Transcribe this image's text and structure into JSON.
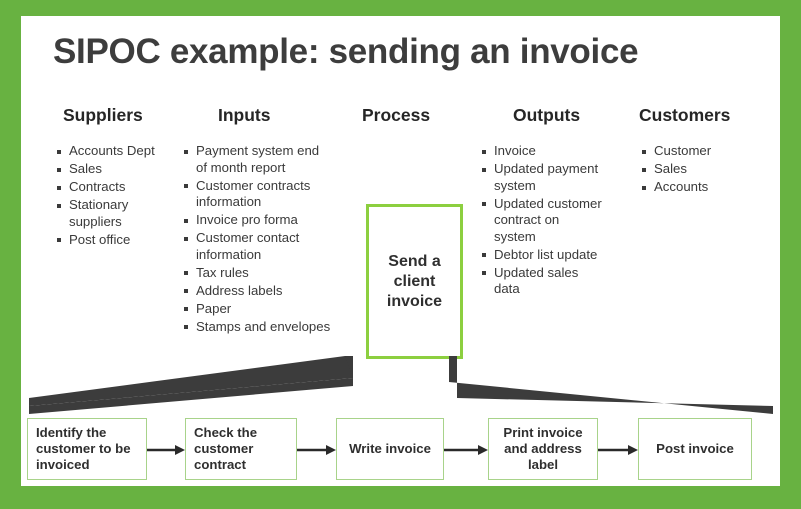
{
  "title": "SIPOC example: sending an invoice",
  "colors": {
    "frame_green": "#68b241",
    "process_border_green": "#8ccf3f",
    "flow_border_green": "#a8d38a",
    "text_dark": "#2f2f2f",
    "connector_gray": "#3c3c3c"
  },
  "columns": [
    {
      "header": "Suppliers",
      "items": [
        "Accounts Dept",
        "Sales",
        "Contracts",
        "Stationary suppliers",
        "Post office"
      ]
    },
    {
      "header": "Inputs",
      "items": [
        "Payment system end of month report",
        "Customer contracts information",
        "Invoice pro forma",
        "Customer contact information",
        "Tax rules",
        "Address labels",
        "Paper",
        "Stamps and envelopes"
      ]
    },
    {
      "header": "Process",
      "items": []
    },
    {
      "header": "Outputs",
      "items": [
        "Invoice",
        "Updated payment system",
        "Updated customer contract on system",
        "Debtor list update",
        "Updated sales data"
      ]
    },
    {
      "header": "Customers",
      "items": [
        "Customer",
        "Sales",
        "Accounts"
      ]
    }
  ],
  "process": {
    "label": "Send a client invoice"
  },
  "flow": {
    "steps": [
      "Identify the customer to be invoiced",
      "Check the customer contract",
      "Write invoice",
      "Print invoice and address label",
      "Post invoice"
    ]
  }
}
